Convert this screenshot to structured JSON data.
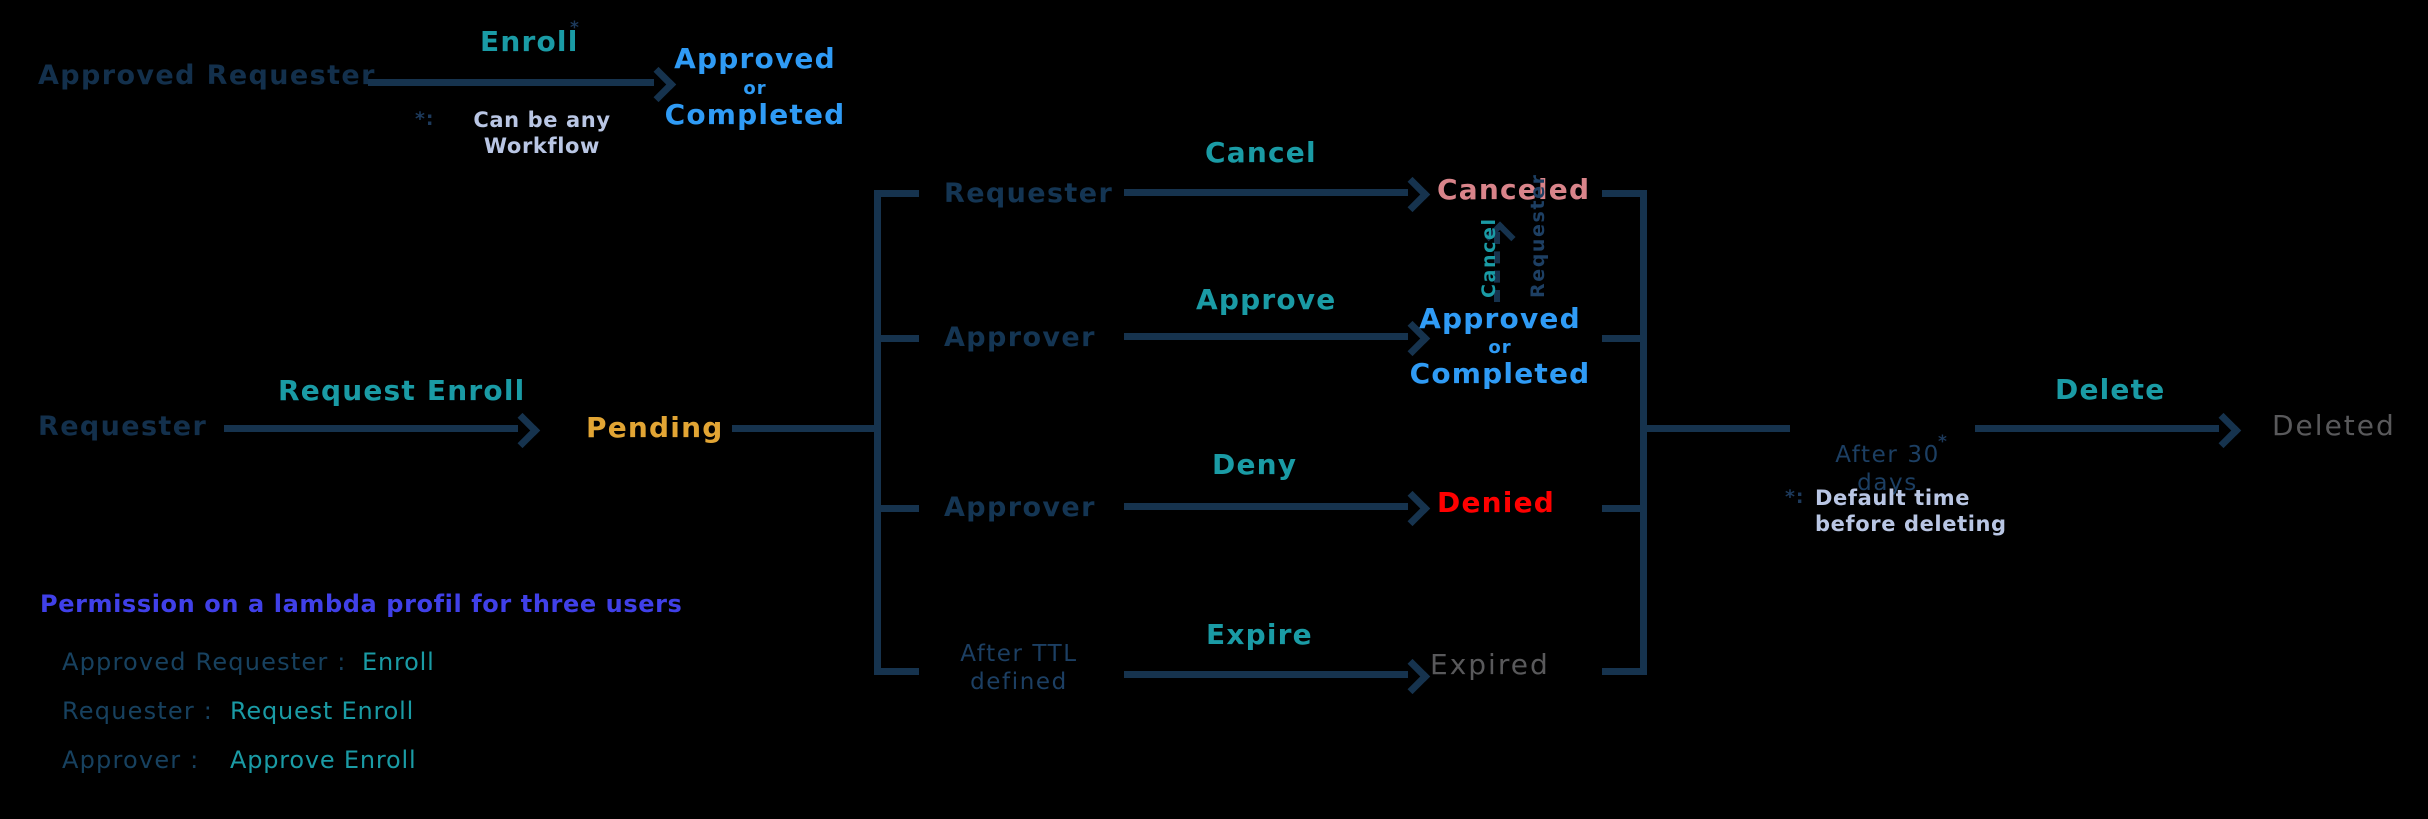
{
  "diagram": {
    "title_hidden": "Enrollment request lifecycle state diagram",
    "colors": {
      "background": "#000000",
      "connector": "#16334e",
      "action_teal": "#1a9ba5",
      "state_blue": "#2f9bf5",
      "state_pending_orange": "#e2a534",
      "state_canceled_salmon": "#d9848a",
      "state_denied_red": "#ff0000",
      "state_gray": "#59595b",
      "actor_navy": "#13304c",
      "note_lightblue": "#b9c6e4",
      "legend_title_indigo": "#4040e8"
    }
  },
  "row_enroll": {
    "actor": "Approved Requester",
    "action": "Enroll",
    "action_superscript": "*",
    "note_marker": "*:",
    "note_line1": "Can be any",
    "note_line2": "Workflow",
    "result_line1": "Approved",
    "result_or": "or",
    "result_line2": "Completed"
  },
  "row_request": {
    "actor": "Requester",
    "action": "Request Enroll",
    "state": "Pending"
  },
  "branches": [
    {
      "actor": "Requester",
      "action": "Cancel",
      "result_line1": "Canceled",
      "result_or": "",
      "result_line2": ""
    },
    {
      "actor": "Approver",
      "action": "Approve",
      "result_line1": "Approved",
      "result_or": "or",
      "result_line2": "Completed"
    },
    {
      "actor": "Approver",
      "action": "Deny",
      "result_line1": "Denied",
      "result_or": "",
      "result_line2": ""
    },
    {
      "actor_line1": "After TTL",
      "actor_line2": "defined",
      "action": "Expire",
      "result_line1": "Expired",
      "result_or": "",
      "result_line2": ""
    }
  ],
  "reverse_cancel": {
    "action": "Cancel",
    "actor": "Requester"
  },
  "row_delete": {
    "condition_line1": "After 30",
    "condition_superscript": "*",
    "condition_line2": "days",
    "note_marker": "*:",
    "note_line1": "Default time",
    "note_line2": "before deleting",
    "action": "Delete",
    "state": "Deleted"
  },
  "legend": {
    "title": "Permission on a lambda profil for three users",
    "rows": [
      {
        "role": "Approved Requester :",
        "permission": "Enroll"
      },
      {
        "role": "Requester :",
        "permission": "Request Enroll"
      },
      {
        "role": "Approver :",
        "permission": "Approve Enroll"
      }
    ]
  }
}
